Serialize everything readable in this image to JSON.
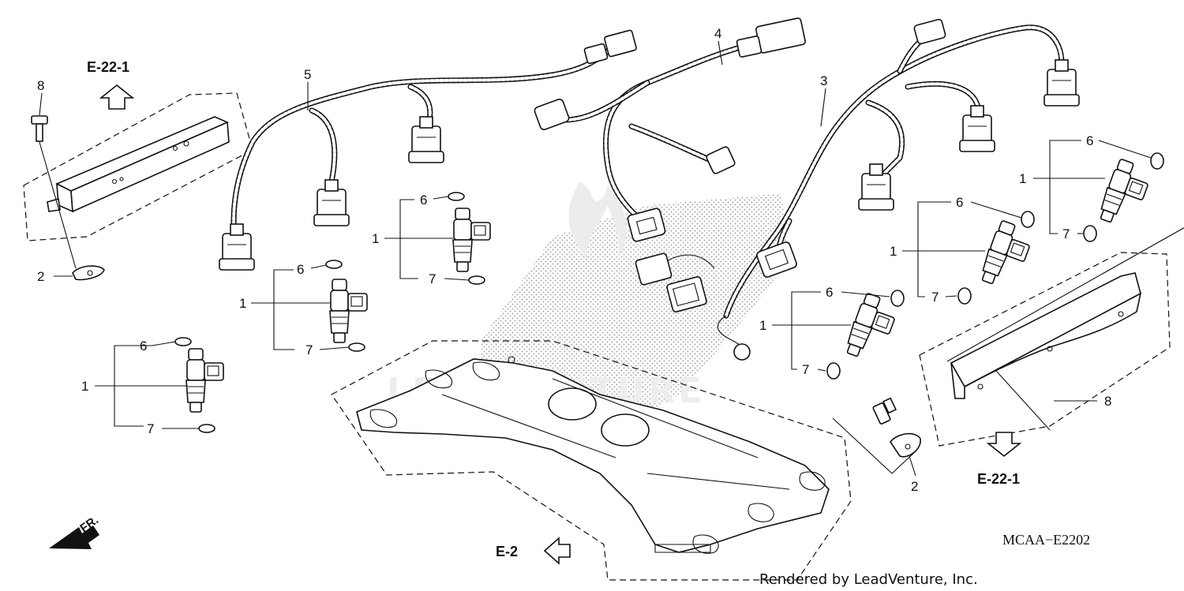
{
  "diagram": {
    "drawing_code": "MCAA−E2202",
    "credit": "Rendered by LeadVenture, Inc.",
    "watermark": "LEADVENTURE",
    "front_indicator": "FR.",
    "references": {
      "top_left": "E-22-1",
      "bottom_right": "E-22-1",
      "bottom_center": "E-2"
    },
    "callouts": {
      "c1": "1",
      "c2": "1",
      "c3": "1",
      "c4": "1",
      "c5": "1",
      "c6": "1",
      "c2a": "2",
      "c2b": "2",
      "c3a": "3",
      "c4a": "4",
      "c5a": "5",
      "c6a": "6",
      "c6b": "6",
      "c6c": "6",
      "c6d": "6",
      "c6e": "6",
      "c6f": "6",
      "c7a": "7",
      "c7b": "7",
      "c7c": "7",
      "c7d": "7",
      "c7e": "7",
      "c7f": "7",
      "c8a": "8",
      "c8b": "8"
    }
  }
}
